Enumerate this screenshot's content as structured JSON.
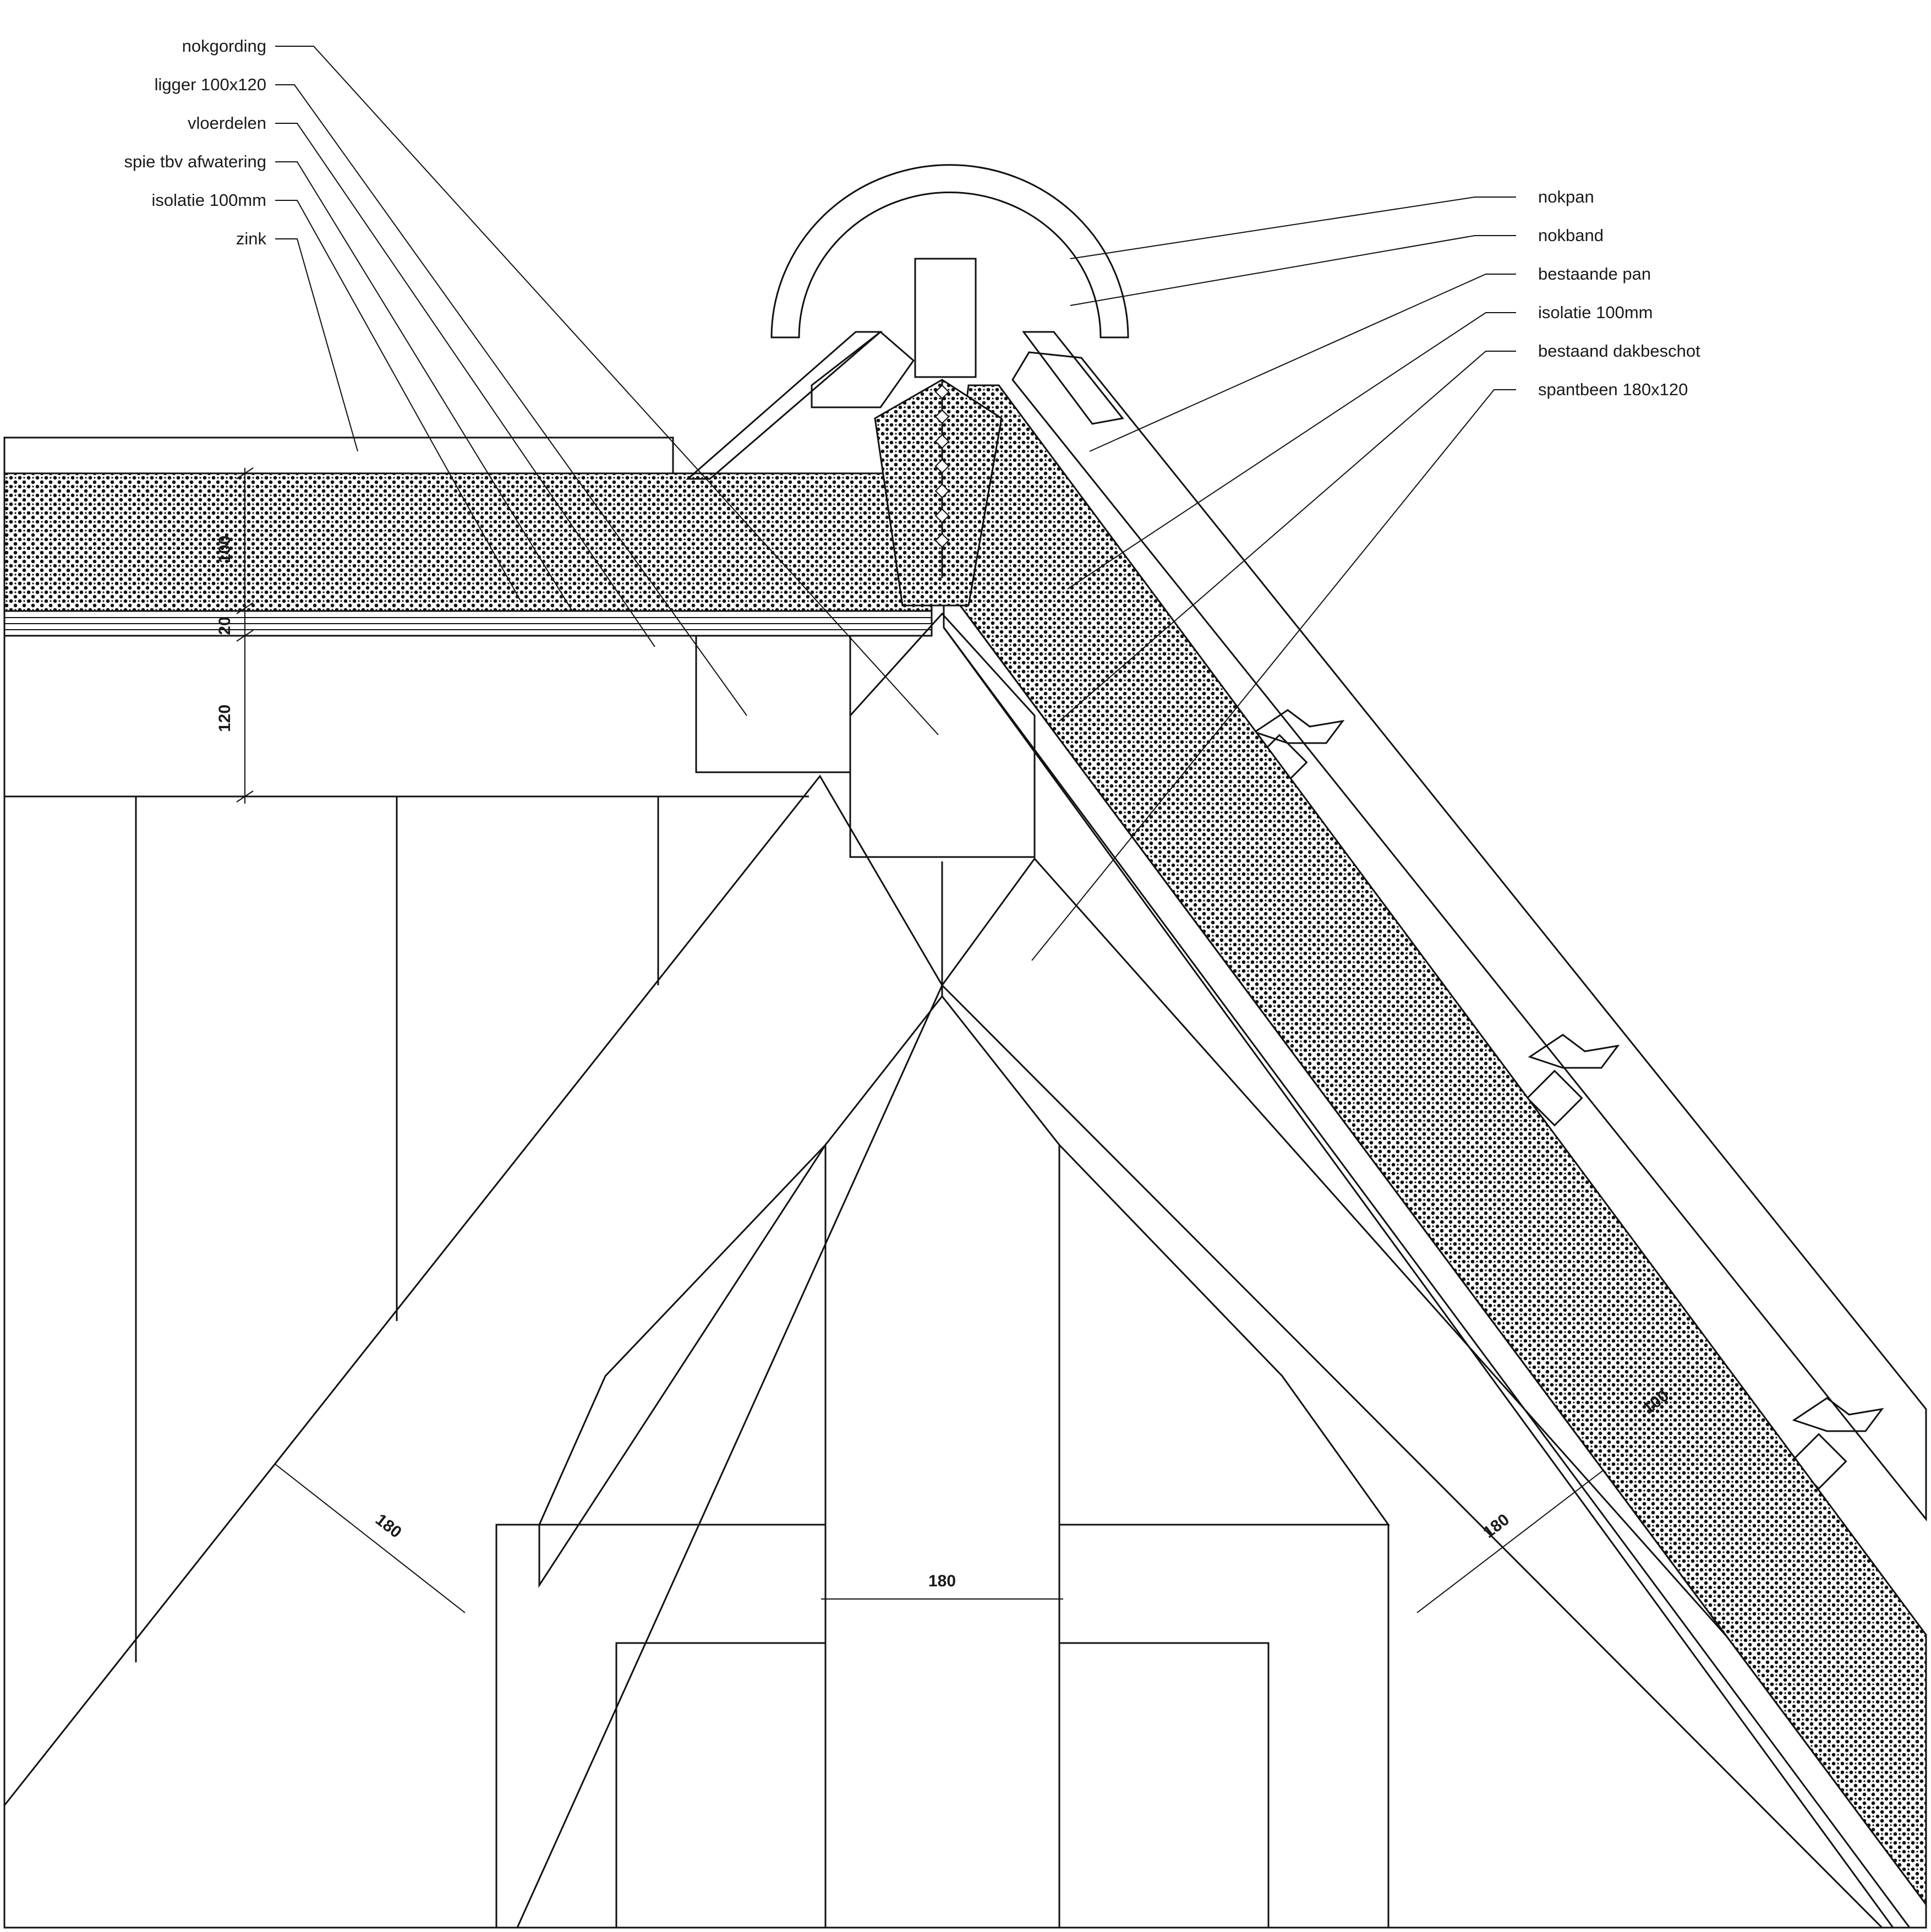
{
  "labels_left": [
    {
      "id": "nokgording",
      "text": "nokgording"
    },
    {
      "id": "ligger",
      "text": "ligger 100x120"
    },
    {
      "id": "vloerdelen",
      "text": "vloerdelen"
    },
    {
      "id": "spie",
      "text": "spie tbv afwatering"
    },
    {
      "id": "isolatie-left",
      "text": "isolatie 100mm"
    },
    {
      "id": "zink",
      "text": "zink"
    }
  ],
  "labels_right": [
    {
      "id": "nokpan",
      "text": "nokpan"
    },
    {
      "id": "nokband",
      "text": "nokband"
    },
    {
      "id": "bestaande-pan",
      "text": "bestaande pan"
    },
    {
      "id": "isolatie-right",
      "text": "isolatie 100mm"
    },
    {
      "id": "dakbeschot",
      "text": "bestaand dakbeschot"
    },
    {
      "id": "spantbeen",
      "text": "spantbeen 180x120"
    }
  ],
  "dimensions": {
    "floor_insulation": "100",
    "floor_boards": "20",
    "beam_height": "120",
    "left_rafter": "180",
    "king_post": "180",
    "right_rafter": "180",
    "roof_insulation": "100"
  }
}
